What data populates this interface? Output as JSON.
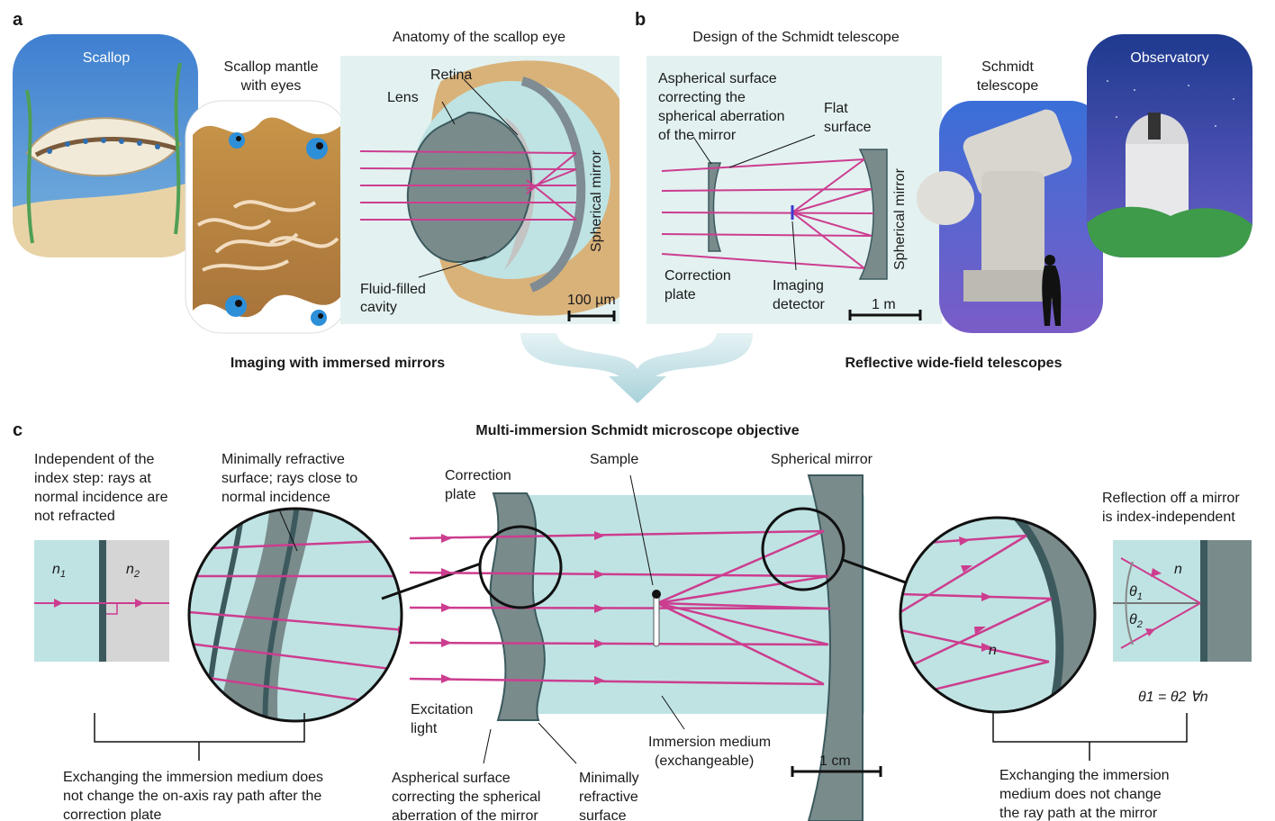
{
  "panel_a": {
    "letter": "a",
    "scallop_title": "Scallop",
    "mantle_title": [
      "Scallop mantle",
      "with eyes"
    ],
    "anatomy_title": "Anatomy of the scallop eye",
    "retina": "Retina",
    "lens": "Lens",
    "mirror": "Spherical mirror",
    "fluid": [
      "Fluid-filled",
      "cavity"
    ],
    "scale": "100 µm",
    "caption": "Imaging with immersed mirrors"
  },
  "panel_b": {
    "letter": "b",
    "design_title": "Design of the Schmidt telescope",
    "aspheric": [
      "Aspherical surface",
      "correcting the",
      "spherical aberration",
      "of the mirror"
    ],
    "flat": [
      "Flat",
      "surface"
    ],
    "correction": [
      "Correction",
      "plate"
    ],
    "detector": [
      "Imaging",
      "detector"
    ],
    "mirror": "Spherical mirror",
    "scale": "1 m",
    "telescope_title": [
      "Schmidt",
      "telescope"
    ],
    "observatory_title": "Observatory",
    "caption": "Reflective wide-field telescopes"
  },
  "panel_c": {
    "letter": "c",
    "title": "Multi-immersion Schmidt microscope objective",
    "independent": [
      "Independent of the",
      "index step: rays at",
      "normal incidence are",
      "not refracted"
    ],
    "n1": "n",
    "n1_sub": "1",
    "n2": "n",
    "n2_sub": "2",
    "minimal": [
      "Minimally refractive",
      "surface; rays close to",
      "normal incidence"
    ],
    "correction": [
      "Correction",
      "plate"
    ],
    "sample": "Sample",
    "mirror": "Spherical mirror",
    "excitation": [
      "Excitation",
      "light"
    ],
    "immersion": [
      "Immersion medium",
      "(exchangeable)"
    ],
    "scale": "1 cm",
    "aspheric": [
      "Aspherical surface",
      "correcting the spherical",
      "aberration of the mirror"
    ],
    "minimal_bottom": [
      "Minimally",
      "refractive",
      "surface"
    ],
    "exchange_left": [
      "Exchanging the immersion medium does",
      "not change the on-axis ray path after the",
      "correction plate"
    ],
    "reflection": [
      "Reflection off a mirror",
      "is index-independent"
    ],
    "n_label": "n",
    "theta1": "θ",
    "theta1_sub": "1",
    "theta2": "θ",
    "theta2_sub": "2",
    "equation": "θ1 = θ2 ∀n",
    "exchange_right": [
      "Exchanging the immersion",
      "medium does not change",
      "the ray path at the mirror"
    ]
  },
  "colors": {
    "ray": "#cc3d8f",
    "water": "#bfe3e3",
    "glass": "#8c9a9a",
    "dark": "#3c5a5e"
  }
}
